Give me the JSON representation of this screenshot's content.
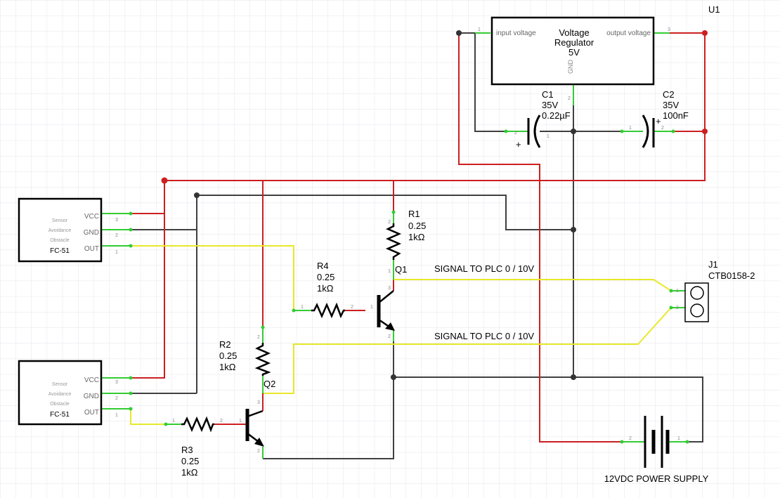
{
  "u1": {
    "ref": "U1",
    "name_line1": "Voltage",
    "name_line2": "Regulator",
    "name_line3": "5V",
    "pin_in": "input voltage",
    "pin_out": "output voltage",
    "pin_gnd": "GND",
    "pin_num_in": "1",
    "pin_num_out": "3",
    "pin_num_gnd": "2"
  },
  "c1": {
    "ref": "C1",
    "voltage": "35V",
    "value": "0.22µF"
  },
  "c2": {
    "ref": "C2",
    "voltage": "35V",
    "value": "100nF"
  },
  "r1": {
    "ref": "R1",
    "power": "0.25",
    "value": "1kΩ"
  },
  "r2": {
    "ref": "R2",
    "power": "0.25",
    "value": "1kΩ"
  },
  "r3": {
    "ref": "R3",
    "power": "0.25",
    "value": "1kΩ"
  },
  "r4": {
    "ref": "R4",
    "power": "0.25",
    "value": "1kΩ"
  },
  "q1": {
    "ref": "Q1"
  },
  "q2": {
    "ref": "Q2"
  },
  "j1": {
    "ref": "J1",
    "part": "CTB0158-2"
  },
  "sensors": [
    {
      "line1": "Sensor",
      "line2": "Avoidance",
      "line3": "Obstacle",
      "model": "FC-51",
      "vcc": "VCC",
      "gnd": "GND",
      "out": "OUT"
    },
    {
      "line1": "Sensor",
      "line2": "Avoidance",
      "line3": "Obstacle",
      "model": "FC-51",
      "vcc": "VCC",
      "gnd": "GND",
      "out": "OUT"
    }
  ],
  "signals": {
    "top": "SIGNAL TO PLC 0 / 10V",
    "bottom": "SIGNAL TO PLC 0 / 10V"
  },
  "power_supply": {
    "label": "12VDC POWER SUPPLY"
  },
  "pin_numbers": {
    "p1": "1",
    "p2": "2",
    "p3": "3"
  },
  "cap_plus": "+",
  "colors": {
    "vcc_wire": "#cc1f1f",
    "gnd_wire": "#404040",
    "signal_wire": "#e8e82a",
    "pin_leg": "#33cc33",
    "grid": "#e6e6ee"
  }
}
